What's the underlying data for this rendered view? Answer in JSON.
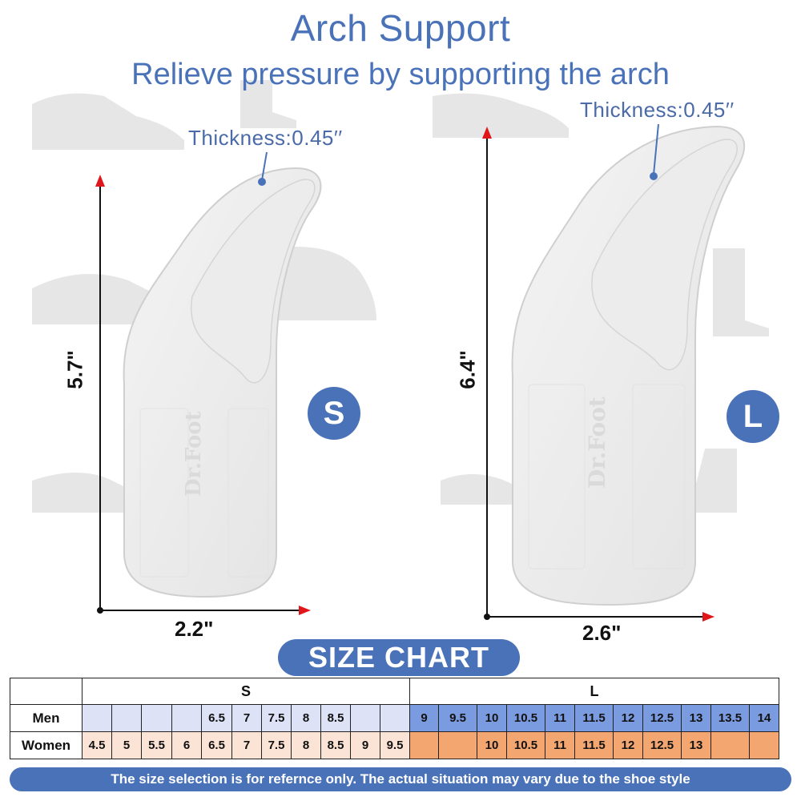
{
  "header": {
    "title": "Arch Support",
    "subtitle": "Relieve pressure by supporting the arch"
  },
  "small_insole": {
    "thickness": "Thickness:0.45′′",
    "height": "5.7\"",
    "width": "2.2\"",
    "size": "S",
    "brand": "Dr.Foot"
  },
  "large_insole": {
    "thickness": "Thickness:0.45′′",
    "height": "6.4\"",
    "width": "2.6\"",
    "size": "L",
    "brand": "Dr.Foot"
  },
  "size_chart": {
    "title": "SIZE CHART",
    "s_label": "S",
    "l_label": "L",
    "men_label": "Men",
    "women_label": "Women",
    "s_men": [
      "",
      "",
      "",
      "",
      "6.5",
      "7",
      "7.5",
      "8",
      "8.5",
      "",
      ""
    ],
    "s_women": [
      "4.5",
      "5",
      "5.5",
      "6",
      "6.5",
      "7",
      "7.5",
      "8",
      "8.5",
      "9",
      "9.5"
    ],
    "l_men": [
      "9",
      "9.5",
      "10",
      "10.5",
      "11",
      "11.5",
      "12",
      "12.5",
      "13",
      "13.5",
      "14"
    ],
    "l_women": [
      "",
      "",
      "10",
      "10.5",
      "11",
      "11.5",
      "12",
      "12.5",
      "13",
      "",
      ""
    ]
  },
  "footer": "The size selection is for refernce only. The actual situation may vary due to the shoe style",
  "colors": {
    "accent": "#4a72b8",
    "arrow": "#e0161b",
    "s_men_fill": "#dde2f7",
    "s_women_fill": "#fbe3d6",
    "l_men_fill": "#7a9be0",
    "l_women_fill": "#f3a66f"
  }
}
